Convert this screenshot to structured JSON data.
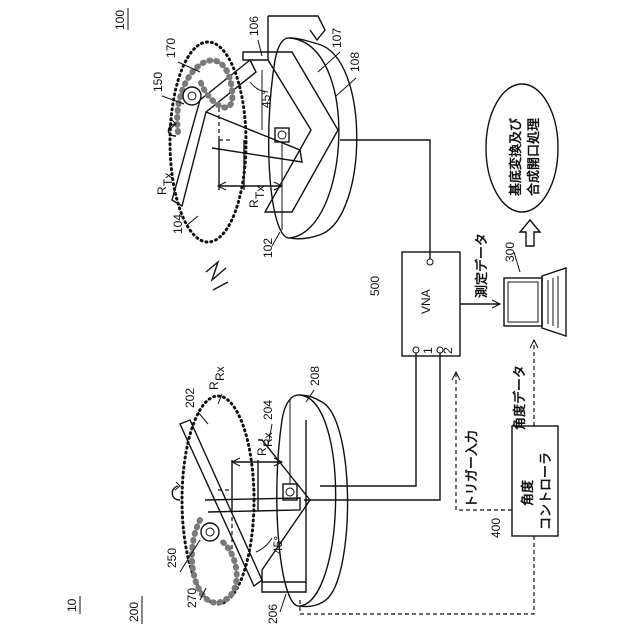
{
  "figure": {
    "system_label": "10",
    "tx_system_label": "100",
    "rx_system_label": "200"
  },
  "tx_unit": {
    "refs": [
      "170",
      "106",
      "107",
      "108",
      "150",
      "104",
      "102"
    ],
    "radius_label": "R",
    "radius_sub": "Tx",
    "angle": "45°"
  },
  "rx_unit": {
    "refs": [
      "202",
      "204",
      "208",
      "250",
      "270",
      "206"
    ],
    "radius_label": "R",
    "radius_sub": "Rx",
    "angle": "45°"
  },
  "vna": {
    "ref": "500",
    "label": "VNA",
    "port1": "1",
    "port2": "2"
  },
  "pc": {
    "ref": "300"
  },
  "controller": {
    "ref": "400",
    "line1": "角度",
    "line2": "コントローラ"
  },
  "signals": {
    "measurement_data": "測定データ",
    "trigger_input": "トリガー入力",
    "angle_data": "角度データ"
  },
  "process_box": {
    "line1": "基底変換及び",
    "line2": "合成開口処理"
  }
}
